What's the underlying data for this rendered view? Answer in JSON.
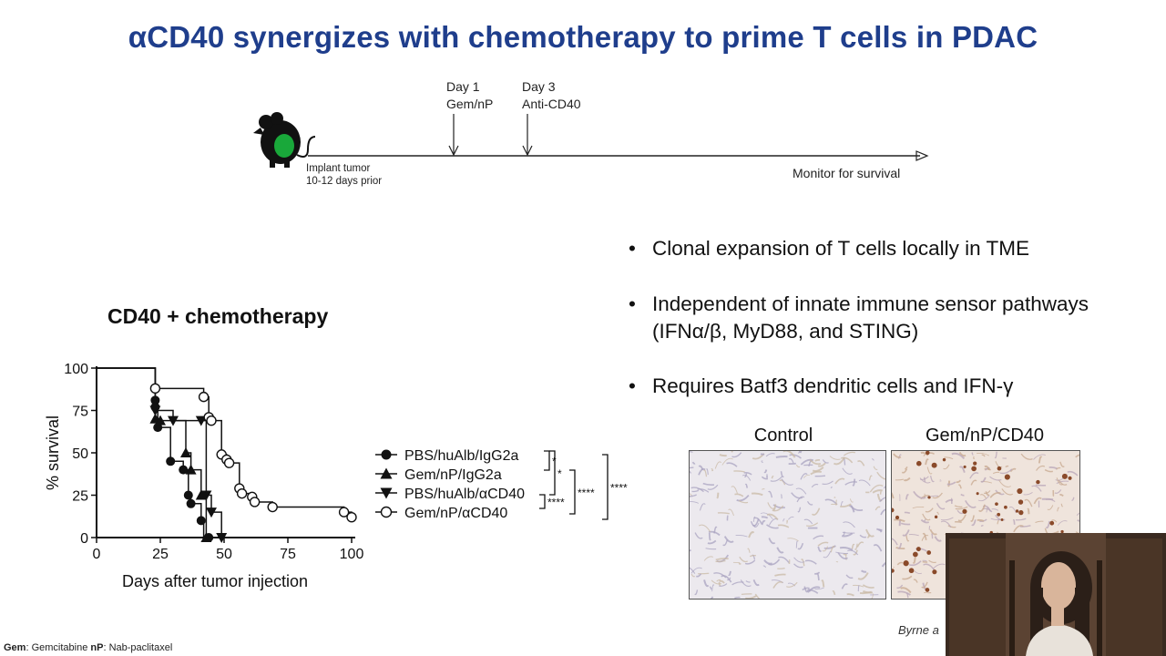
{
  "slide": {
    "title": "αCD40 synergizes with chemotherapy to prime T cells in PDAC"
  },
  "timeline": {
    "day1_line1": "Day 1",
    "day1_line2": "Gem/nP",
    "day3_line1": "Day 3",
    "day3_line2": "Anti-CD40",
    "implant_line1": "Implant tumor",
    "implant_line2": "10-12 days prior",
    "monitor": "Monitor for survival",
    "icon": "mouse-icon"
  },
  "chart_data": {
    "type": "line",
    "subtype": "kaplan-meier",
    "title": "CD40 + chemotherapy",
    "xlabel": "Days after tumor injection",
    "ylabel": "% survival",
    "xlim": [
      0,
      100
    ],
    "ylim": [
      0,
      100
    ],
    "xticks": [
      "0",
      "25",
      "50",
      "75",
      "100"
    ],
    "yticks": [
      "0",
      "25",
      "50",
      "75",
      "100"
    ],
    "legend_position": "right",
    "series": [
      {
        "name": "PBS/huAlb/IgG2a",
        "marker": "circle-filled",
        "x": [
          0,
          23,
          23,
          24,
          29,
          34,
          36,
          37,
          41,
          42,
          44
        ],
        "y": [
          100,
          81,
          77,
          65,
          45,
          40,
          25,
          20,
          10,
          0,
          0
        ]
      },
      {
        "name": "Gem/nP/IgG2a",
        "marker": "triangle-up-filled",
        "x": [
          0,
          23,
          25,
          35,
          37,
          41,
          43
        ],
        "y": [
          100,
          70,
          69,
          50,
          40,
          25,
          0
        ]
      },
      {
        "name": "PBS/huAlb/αCD40",
        "marker": "triangle-down-filled",
        "x": [
          0,
          23,
          30,
          41,
          43,
          45,
          49
        ],
        "y": [
          100,
          75,
          69,
          69,
          25,
          15,
          0
        ]
      },
      {
        "name": "Gem/nP/αCD40",
        "marker": "circle-open",
        "x": [
          0,
          23,
          42,
          44,
          45,
          49,
          51,
          52,
          56,
          57,
          61,
          62,
          69,
          97,
          100
        ],
        "y": [
          100,
          88,
          83,
          71,
          69,
          49,
          46,
          44,
          29,
          26,
          24,
          21,
          18,
          15,
          12
        ]
      }
    ],
    "significance": {
      "bracket_1_2": "*",
      "bracket_1_3": "*",
      "bracket_3_4": "****",
      "bracket_2_4": "****",
      "bracket_1_4": "****"
    }
  },
  "bullets": [
    {
      "dot": "•",
      "text": "Clonal expansion of T cells locally in TME"
    },
    {
      "dot": "•",
      "text": "Independent of innate immune sensor pathways (IFNα/β, MyD88, and STING)"
    },
    {
      "dot": "•",
      "text": "Requires Batf3 dendritic cells and IFN-γ"
    }
  ],
  "ihc": {
    "label_left": "Control",
    "label_right": "Gem/nP/CD40"
  },
  "footnote": {
    "gem_abbr": "Gem",
    "gem_full": ": Gemcitabine ",
    "np_abbr": "nP",
    "np_full": ": Nab-paclitaxel"
  },
  "citation": "Byrne a",
  "colors": {
    "title": "#1f3e8c",
    "text": "#111111",
    "stain_brown": "#8a4a2a"
  }
}
